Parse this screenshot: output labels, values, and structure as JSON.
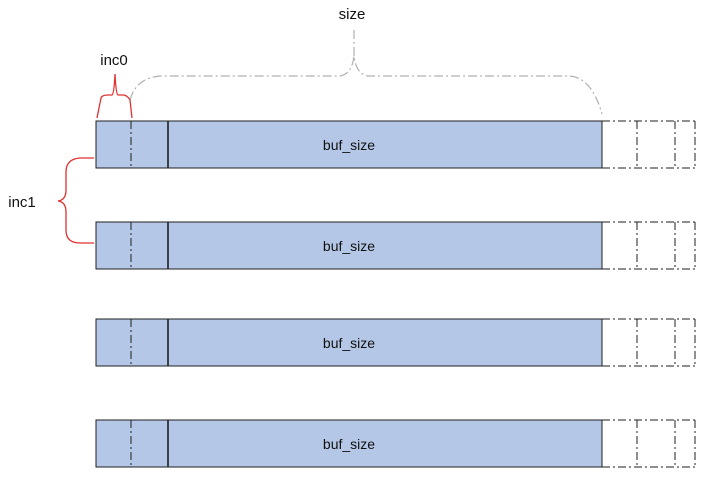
{
  "labels": {
    "size": "size",
    "inc0": "inc0",
    "inc1": "inc1"
  },
  "rows": [
    {
      "buf_label": "buf_size"
    },
    {
      "buf_label": "buf_size"
    },
    {
      "buf_label": "buf_size"
    },
    {
      "buf_label": "buf_size"
    }
  ],
  "colors": {
    "buffer_fill": "#b4c7e7",
    "outline": "#1f1f1f",
    "brace_red": "#e03030",
    "size_brace": "#b0b0b0"
  }
}
